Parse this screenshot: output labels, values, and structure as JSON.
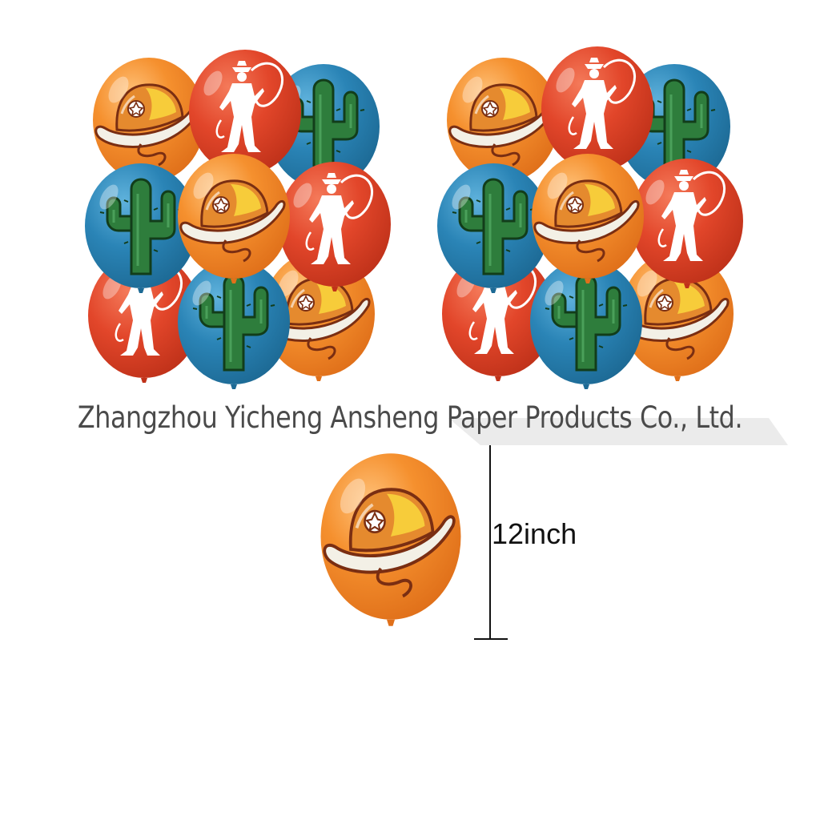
{
  "watermark_text": "Zhangzhou Yicheng Ansheng Paper Products Co., Ltd.",
  "size_label": "12inch",
  "colors": {
    "orange": "#f08a2a",
    "red": "#e2462a",
    "blue": "#2a84b6",
    "cactus": "#2e7d3c",
    "hat": "#e58a2e",
    "star": "#f7cc3a"
  },
  "balloon_motifs": [
    "cowboy-hat",
    "cowboy-lasso",
    "cactus"
  ]
}
